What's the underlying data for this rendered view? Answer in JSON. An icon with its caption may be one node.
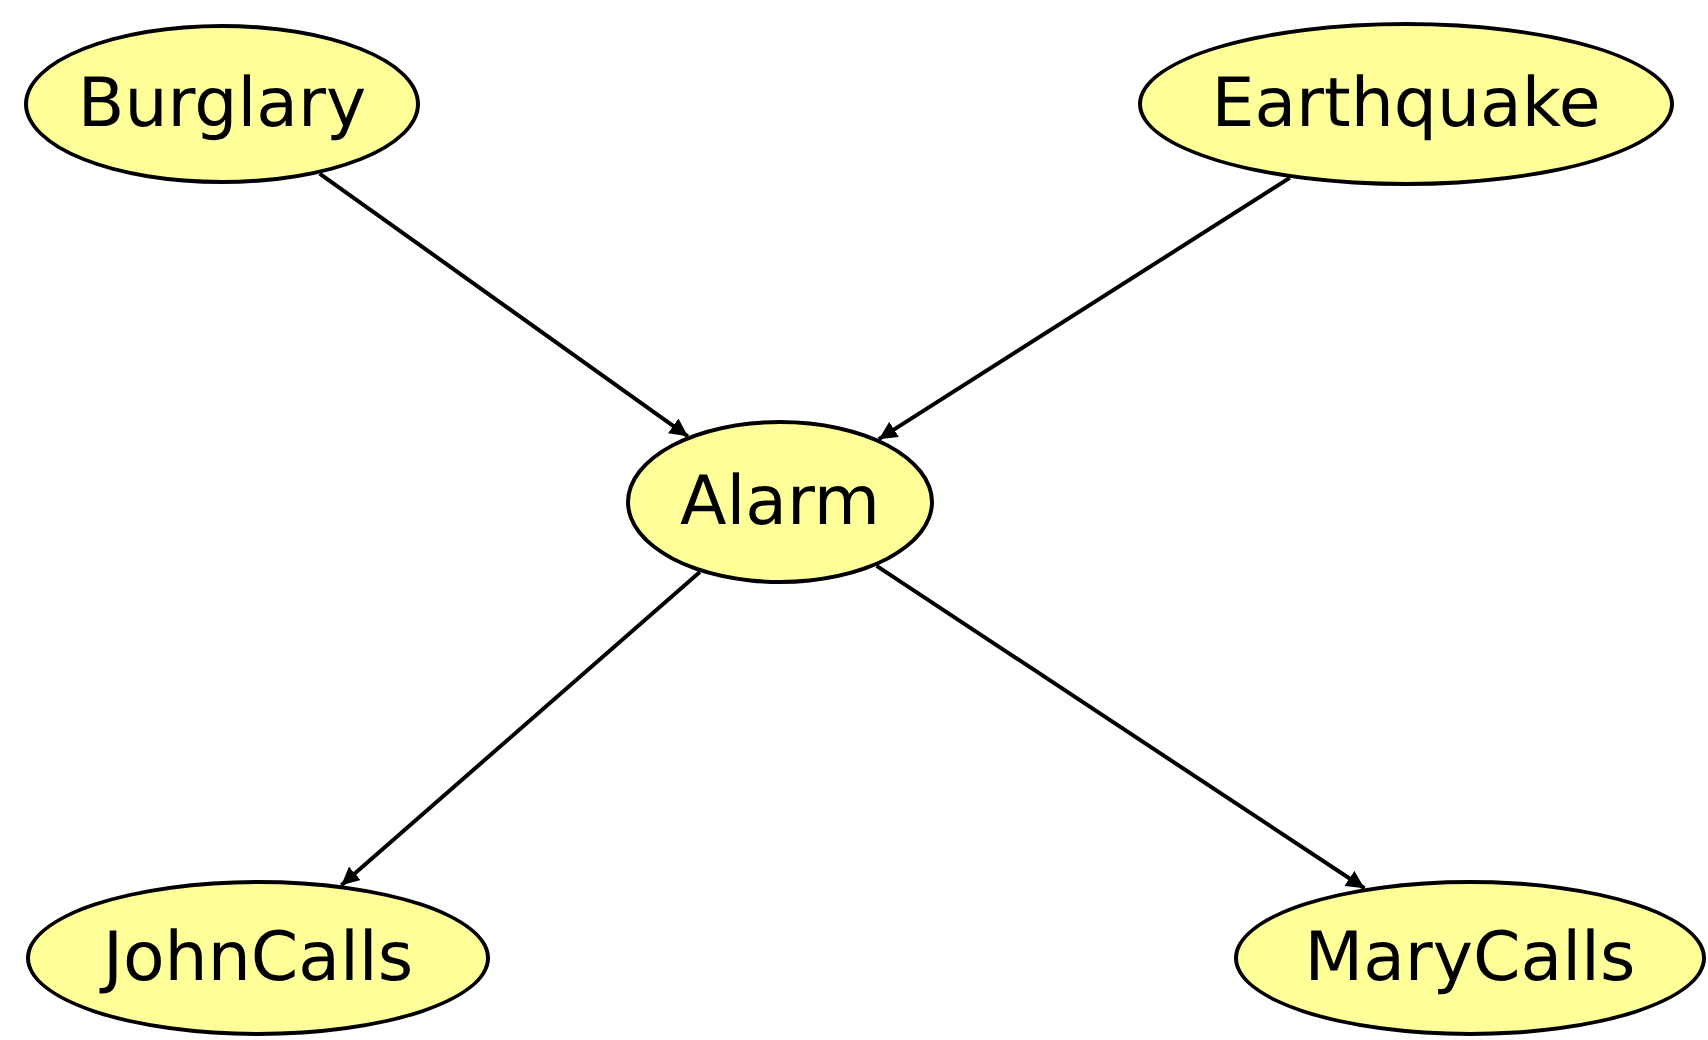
{
  "diagram": {
    "nodes": [
      {
        "text": [
          "Burglary"
        ]
      },
      {
        "text": [
          "Earthquake"
        ]
      },
      {
        "text": [
          "Alarm"
        ]
      },
      {
        "text": [
          "JohnCalls"
        ]
      },
      {
        "text": [
          "MaryCalls"
        ]
      }
    ],
    "edges": [
      {
        "from": 0,
        "to": 2,
        "arrow": "to"
      },
      {
        "from": 1,
        "to": 2,
        "arrow": "to"
      },
      {
        "from": 2,
        "to": 3,
        "arrow": "to"
      },
      {
        "from": 2,
        "to": 4,
        "arrow": "to"
      }
    ]
  }
}
